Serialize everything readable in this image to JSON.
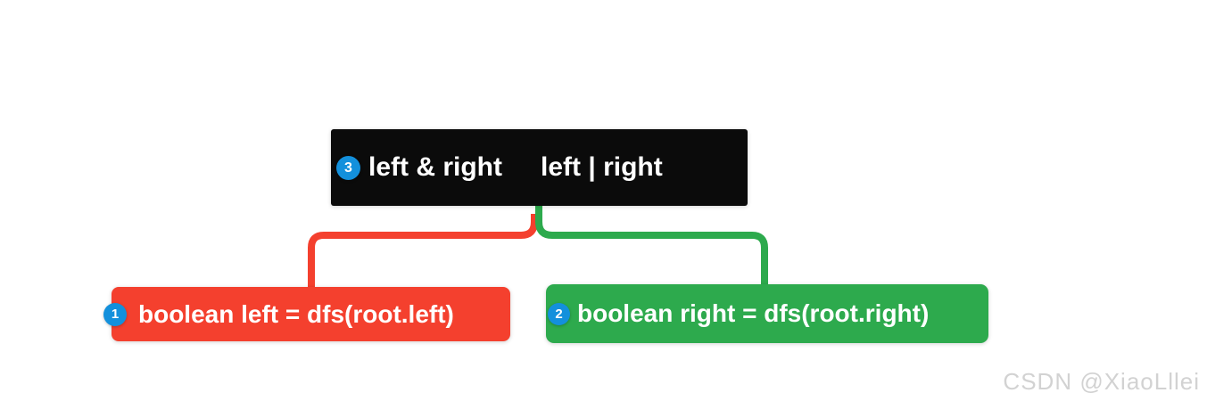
{
  "page": {
    "background": "#ffffff"
  },
  "mindmap": {
    "badge_color": "#1390dc",
    "root": {
      "badge": "3",
      "label_left": "left & right",
      "label_right": "left | right",
      "background": "#0b0b0b",
      "text_color": "#ffffff"
    },
    "children": [
      {
        "badge": "1",
        "label": "boolean left = dfs(root.left)",
        "background": "#f4402e",
        "text_color": "#ffffff"
      },
      {
        "badge": "2",
        "label": "boolean right = dfs(root.right)",
        "background": "#2daa4d",
        "text_color": "#ffffff"
      }
    ],
    "connectors": [
      {
        "name": "root-to-left-child",
        "color": "#f4402e"
      },
      {
        "name": "root-to-right-child",
        "color": "#2daa4d"
      }
    ]
  },
  "watermark": {
    "text": "CSDN @XiaoLllei",
    "color": "#d2d2d2"
  }
}
